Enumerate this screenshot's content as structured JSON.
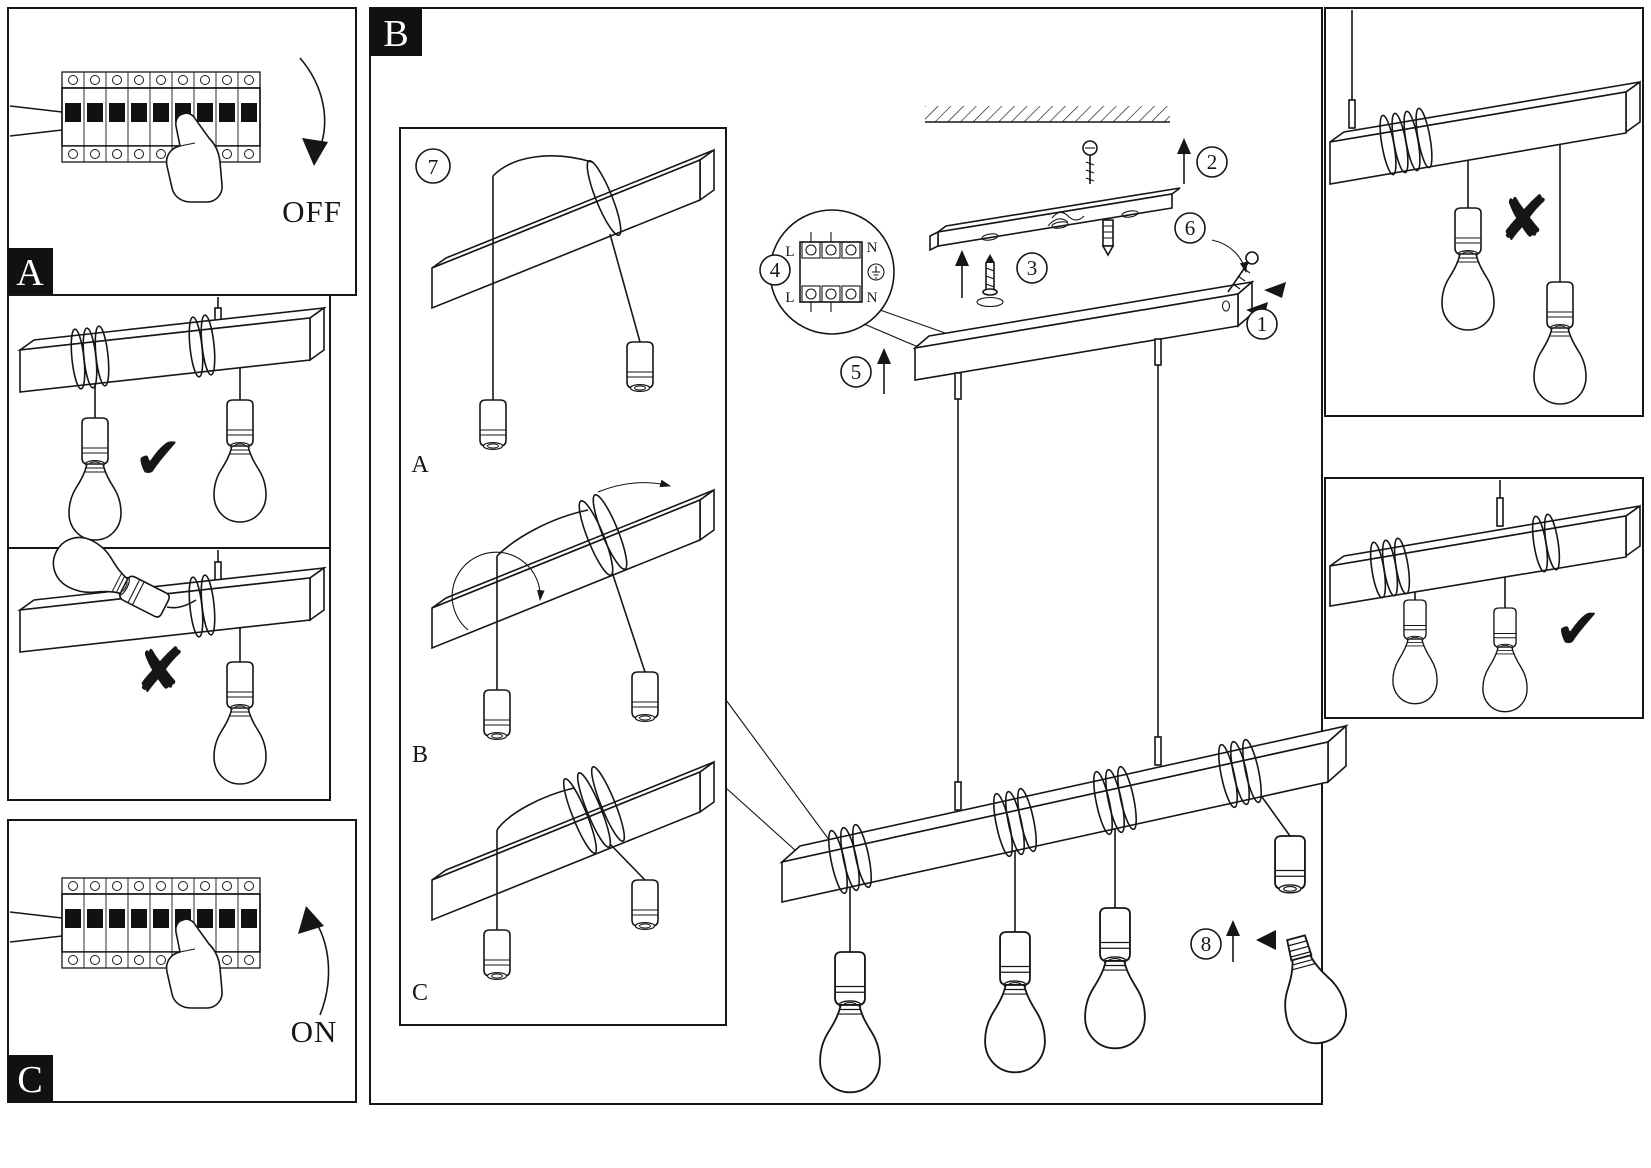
{
  "panel_a": {
    "corner_label": "A",
    "state": "OFF"
  },
  "panel_c": {
    "corner_label": "C",
    "state": "ON"
  },
  "panel_b": {
    "corner_label": "B"
  },
  "inset7": {
    "badge": "7",
    "steps": [
      "A",
      "B",
      "C"
    ]
  },
  "wiring": {
    "badge": "4",
    "labels": [
      "L",
      "N",
      "L",
      "N"
    ]
  },
  "badges": {
    "step1": "1",
    "step2": "2",
    "step3": "3",
    "step5": "5",
    "step6": "6",
    "step8": "8"
  },
  "marks": {
    "check": "✔",
    "cross": "✘"
  }
}
